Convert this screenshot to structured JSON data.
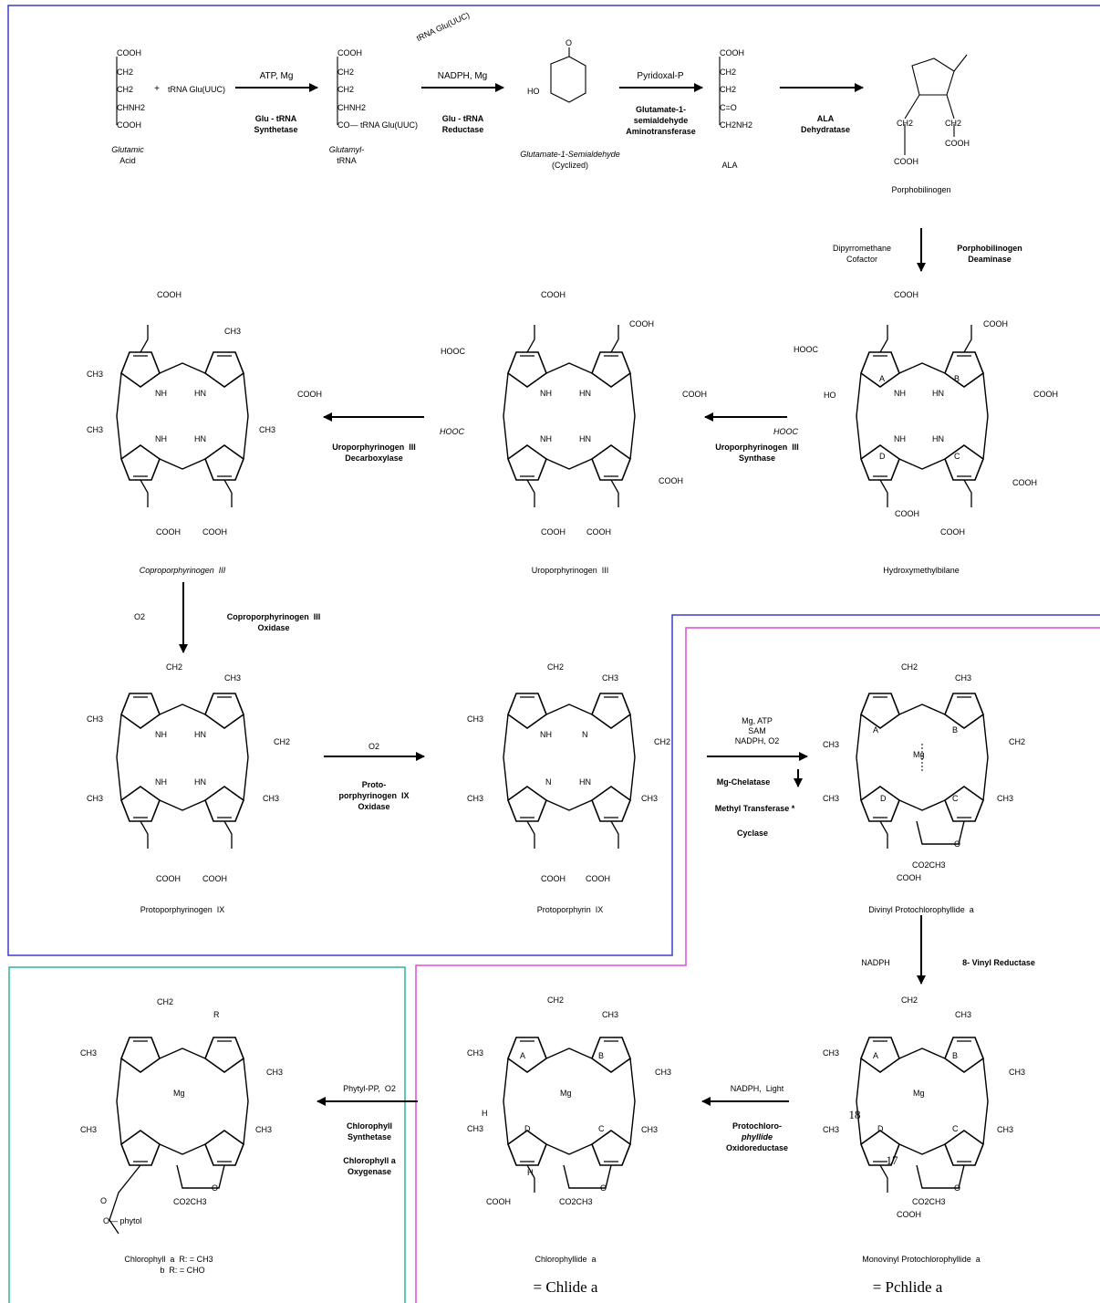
{
  "colors": {
    "frame_blue": "#3a3fc4",
    "frame_magenta": "#e24cd9",
    "frame_green": "#2ab79a"
  },
  "row1": {
    "glutamic_acid": {
      "formula": [
        "COOH",
        "CH2",
        "CH2",
        "CHNH2",
        "COOH"
      ],
      "name_line1": "Glutamic",
      "name_line2": "Acid"
    },
    "plus": "+",
    "trna": "tRNA Glu(UUC)",
    "step1": {
      "conditions": "ATP, Mg",
      "enzyme_line1": "Glu - tRNA",
      "enzyme_line2": "Synthetase"
    },
    "glutamyl_trna": {
      "formula": [
        "COOH",
        "CH2",
        "CH2",
        "CHNH2",
        "CO— tRNA Glu(UUC)"
      ],
      "name_line1": "Glutamyl-",
      "name_line2": "tRNA"
    },
    "step2": {
      "released": "tRNA Glu(UUC)",
      "conditions": "NADPH, Mg",
      "enzyme_line1": "Glu - tRNA",
      "enzyme_line2": "Reductase"
    },
    "gsa": {
      "name_line1": "Glutamate-1-Semialdehyde",
      "name_line2": "(Cyclized)"
    },
    "step3": {
      "conditions": "Pyridoxal-P",
      "enzyme_line1": "Glutamate-1-",
      "enzyme_line2": "semialdehyde",
      "enzyme_line3": "Aminotransferase"
    },
    "ala": {
      "formula": [
        "COOH",
        "CH2",
        "CH2",
        "C=O",
        "CH2NH2"
      ],
      "name": "ALA"
    },
    "step4": {
      "enzyme_line1": "ALA",
      "enzyme_line2": "Dehydratase"
    },
    "pbg": {
      "name": "Porphobilinogen"
    }
  },
  "step5": {
    "cofactor_line1": "Dipyrromethane",
    "cofactor_line2": "Cofactor",
    "enzyme_line1": "Porphobilinogen",
    "enzyme_line2": "Deaminase"
  },
  "row2": {
    "hmb": {
      "name": "Hydroxymethylbilane"
    },
    "step6": {
      "enzyme_line1": "Uroporphyrinogen  III",
      "enzyme_line2": "Synthase"
    },
    "uro": {
      "name": "Uroporphyrinogen  III"
    },
    "step7": {
      "enzyme_line1": "Uroporphyrinogen  III",
      "enzyme_line2": "Decarboxylase"
    },
    "copro": {
      "name": "Coproporphyrinogen  III"
    }
  },
  "step8": {
    "conditions": "O2",
    "enzyme_line1": "Coproporphyrinogen  III",
    "enzyme_line2": "Oxidase"
  },
  "row3": {
    "protogen": {
      "name": "Protoporphyrinogen  IX"
    },
    "step9": {
      "conditions": "O2",
      "enzyme_line1": "Proto-",
      "enzyme_line2": "porphyrinogen  IX",
      "enzyme_line3": "Oxidase"
    },
    "proto": {
      "name": "Protoporphyrin  IX"
    },
    "step10": {
      "conditions_line1": "Mg, ATP",
      "conditions_line2": "SAM",
      "conditions_line3": "NADPH, O2",
      "enzyme1": "Mg-Chelatase",
      "enzyme2": "Methyl Transferase *",
      "enzyme3": "Cyclase"
    },
    "dvpchlide": {
      "name": "Divinyl Protochlorophyllide  a"
    }
  },
  "step11": {
    "conditions": "NADPH",
    "enzyme": "8- Vinyl Reductase"
  },
  "row4": {
    "mvpchlide": {
      "name": "Monovinyl Protochlorophyllide  a",
      "alias": "= Pchlide a"
    },
    "step12": {
      "conditions": "NADPH,  Light",
      "enzyme_line1": "Protochloro-",
      "enzyme_line2": "phyllide",
      "enzyme_line3": "Oxidoreductase"
    },
    "chlide": {
      "name": "Chlorophyllide  a",
      "alias": "= Chlide a"
    },
    "step13": {
      "conditions": "Phytyl-PP,  O2",
      "enzyme_line1": "Chlorophyll",
      "enzyme_line2": "Synthetase",
      "enzyme_line3": "Chlorophyll a",
      "enzyme_line4": "Oxygenase"
    },
    "chl": {
      "name_line1": "Chlorophyll  a  R: = CH3",
      "name_line2": "b  R: = CHO",
      "ester": "O— phytol"
    }
  },
  "ring_labels": {
    "A": "A",
    "B": "B",
    "C": "C",
    "D": "D",
    "Mg": "Mg",
    "N": "N",
    "NH": "NH",
    "HN": "HN",
    "COOH": "COOH",
    "HOOC": "HOOC",
    "CH3": "CH3",
    "CH2": "CH2",
    "HO": "HO",
    "O": "O",
    "CO2CH3": "CO2CH3",
    "R": "R",
    "H": "H",
    "n18": "18",
    "n17": "17"
  }
}
